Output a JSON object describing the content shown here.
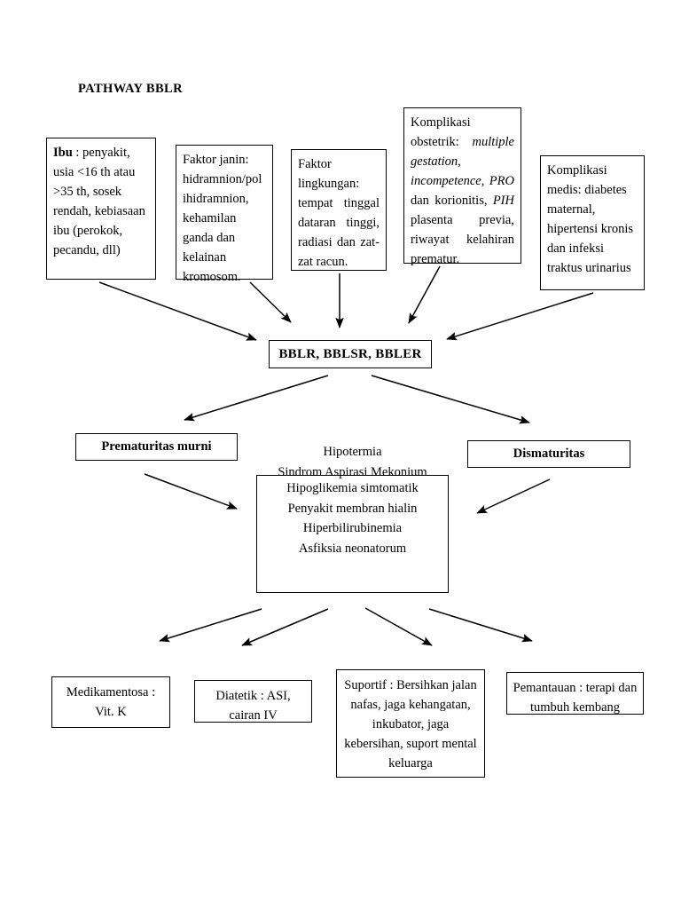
{
  "page": {
    "title": "PATHWAY BBLR",
    "background": "#ffffff",
    "ink": "#000000"
  },
  "risk_factors": [
    {
      "id": "ibu",
      "lead": "Ibu",
      "text": " : penyakit, usia <16 th atau >35 th, sosek rendah, kebiasaan ibu (perokok, pecandu, dll)"
    },
    {
      "id": "janin",
      "text": "Faktor janin: hidramnion/pol ihidramnion, kehamilan ganda dan kelainan kromosom."
    },
    {
      "id": "lingkungan",
      "text": "Faktor lingkungan: tempat tinggal dataran tinggi, radiasi dan zat-zat racun."
    },
    {
      "id": "obstetrik",
      "part1": "Komplikasi obstetrik: ",
      "italic1": "multiple gestation, incompetence, PRO",
      "part2": " dan korionitis, ",
      "italic2": "PIH",
      "part3": " plasenta previa, riwayat kelahiran prematur."
    },
    {
      "id": "medis",
      "text": "Komplikasi medis: diabetes maternal, hipertensi kronis dan infeksi traktus urinarius"
    }
  ],
  "diagnosis": {
    "label": "BBLR, BBLSR, BBLER"
  },
  "classifications": [
    {
      "id": "prematuritas",
      "label": "Prematuritas murni"
    },
    {
      "id": "dismaturitas",
      "label": "Dismaturitas"
    }
  ],
  "symptoms": {
    "overflow_lines": [
      "Hipotermia",
      "Sindrom Aspirasi Mekonium"
    ],
    "boxed_lines": [
      "Hipoglikemia simtomatik",
      "Penyakit membran hialin",
      "Hiperbilirubinemia",
      "Asfiksia neonatorum"
    ]
  },
  "treatments": [
    {
      "id": "medikamentosa",
      "text": "Medikamentosa : Vit. K"
    },
    {
      "id": "diatetik",
      "text": "Diatetik : ASI, cairan IV"
    },
    {
      "id": "suportif",
      "text": "Suportif : Bersihkan jalan nafas, jaga kehangatan, inkubator, jaga kebersihan, suport mental keluarga"
    },
    {
      "id": "pemantauan",
      "text": "Pemantauan : terapi dan tumbuh kembang"
    }
  ]
}
